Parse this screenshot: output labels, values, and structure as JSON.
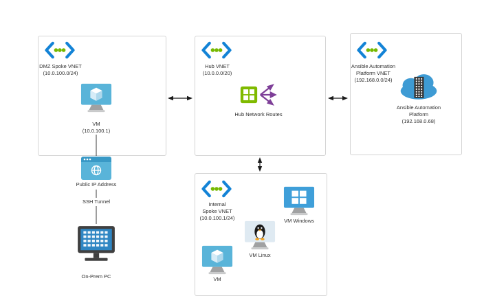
{
  "diagram": {
    "containers": {
      "dmz": {
        "title": "DMZ Spoke VNET\n(10.0.100.0/24)"
      },
      "hub": {
        "title": "Hub VNET\n(10.0.0.0/20)"
      },
      "ansible": {
        "title": "Ansible Automation\nPlatform VNET\n(192.168.0.0/24)"
      },
      "internal": {
        "title": "Internal\nSpoke VNET\n(10.0.100.1/24)"
      }
    },
    "nodes": {
      "dmz_vm": "VM\n(10.0.100.1)",
      "hub_routes": "Hub Network Routes",
      "ansible_platform": "Ansible Automation\nPlatform\n(192.168.0.68)",
      "vm_windows": "VM Windows",
      "vm_linux": "VM Linux",
      "internal_vm": "VM",
      "public_ip": "Public IP Address",
      "ssh_tunnel": "SSH Tunnel",
      "onprem_pc": "On-Prem PC"
    },
    "connections": [
      "DMZ Spoke VNET <-> Hub VNET",
      "Hub VNET <-> Ansible Automation Platform VNET",
      "Hub VNET <-> Internal Spoke VNET",
      "VM - Public IP Address - SSH Tunnel - On-Prem PC"
    ],
    "icons": {
      "vnet": "angle-brackets-with-green-dots",
      "vm": "monitor-with-blue-cube",
      "routes": "green-route-table-with-purple-arrows",
      "platform": "blue-cloud-with-building",
      "public_ip": "blue-browser-window-globe",
      "vm_windows": "monitor-with-windows-logo",
      "vm_linux": "monitor-with-tux-penguin",
      "onprem_pc": "dark-desktop-computer"
    },
    "colors": {
      "vnet_blue": "#1383d6",
      "dot_green": "#76b900",
      "route_green": "#7fba00",
      "arrow_purple": "#7e3f98",
      "screen_blue": "#59b4d9",
      "cloud_blue": "#3e9bd4",
      "dark_gray": "#404040",
      "box_border": "#d4d4d4"
    }
  }
}
